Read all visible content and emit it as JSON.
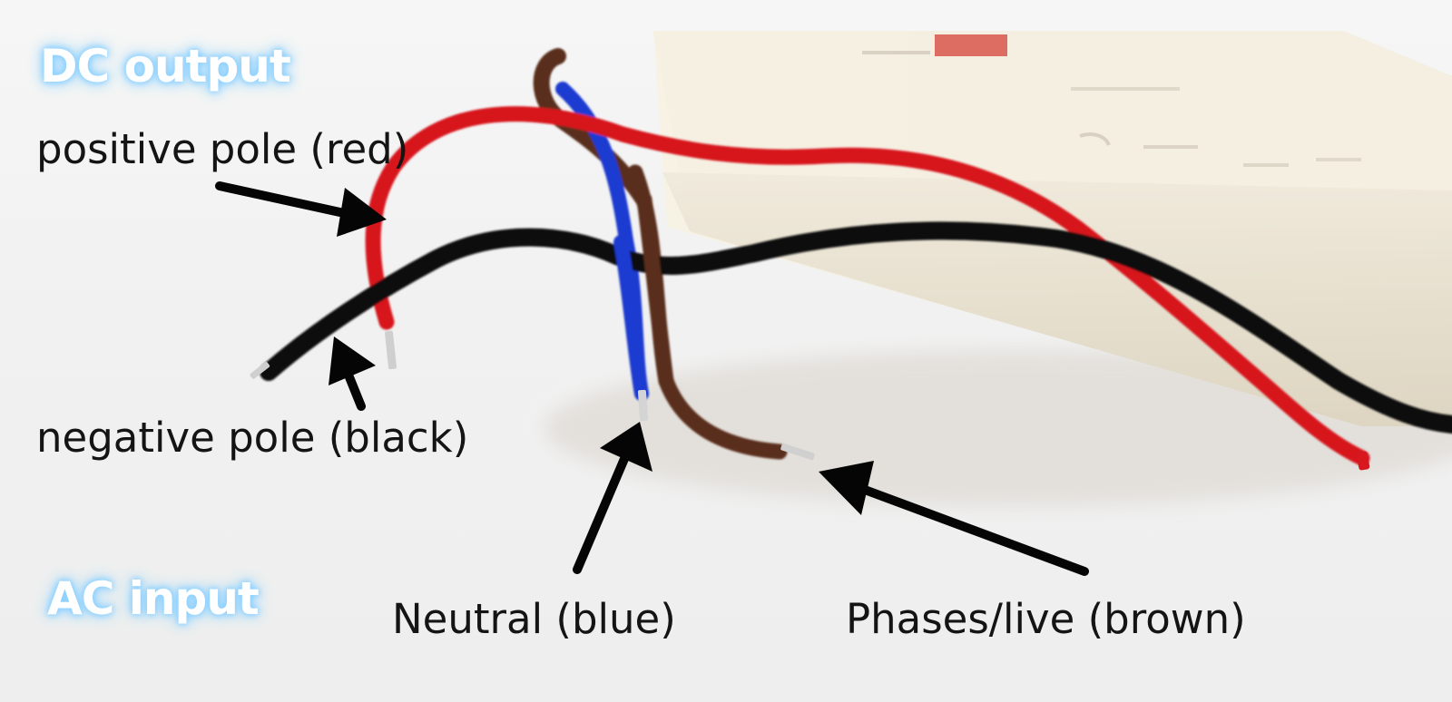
{
  "headings": {
    "dc_output": "DC output",
    "ac_input": "AC input"
  },
  "labels": {
    "positive": "positive pole (red)",
    "negative": "negative pole (black)",
    "neutral": "Neutral (blue)",
    "live": "Phases/live (brown)"
  },
  "wire_colors": {
    "positive": "#d7191f",
    "negative": "#111111",
    "neutral": "#1f3bd0",
    "live": "#5a2d1d"
  },
  "device": {
    "body_color": "#eee7d5",
    "accent_color": "#d43a31"
  },
  "arrow_color": "#050505"
}
